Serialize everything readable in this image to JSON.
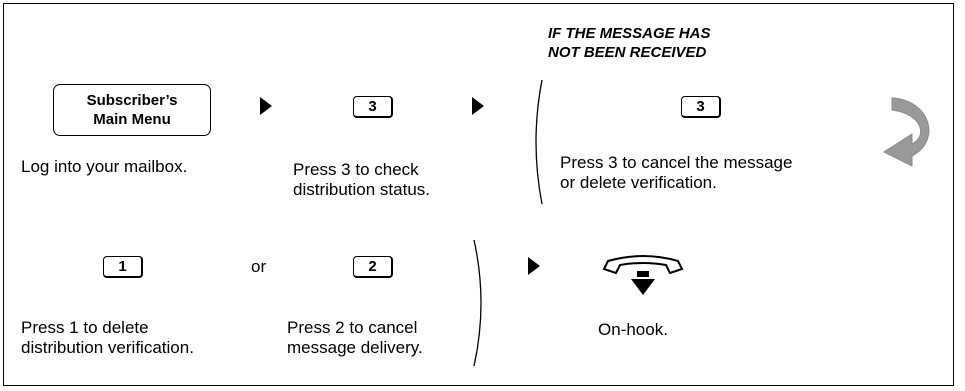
{
  "heading": {
    "line1": "IF THE MESSAGE HAS",
    "line2": "NOT BEEN RECEIVED"
  },
  "main_menu": {
    "line1": "Subscriber’s",
    "line2": "Main Menu"
  },
  "keys": {
    "k3a": "3",
    "k3b": "3",
    "k1": "1",
    "k2": "2"
  },
  "or_label": "or",
  "captions": {
    "login": "Log into your mailbox.",
    "press3_l1": "Press 3 to check",
    "press3_l2": "distribution status.",
    "cancel_l1": "Press 3 to cancel the message",
    "cancel_l2": "or delete verification.",
    "press1_l1": "Press 1 to delete",
    "press1_l2": "distribution verification.",
    "press2_l1": "Press 2 to cancel",
    "press2_l2": "message delivery.",
    "onhook": "On-hook."
  },
  "icons": [
    "arrow-right-icon",
    "return-arrow-icon",
    "phone-onhook-icon"
  ]
}
